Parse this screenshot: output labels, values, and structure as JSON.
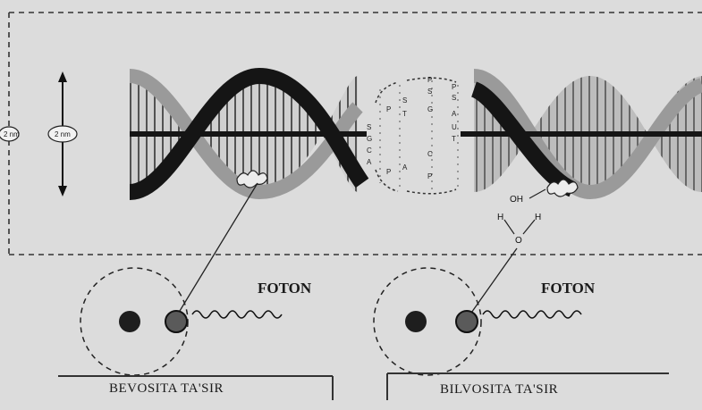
{
  "labels": {
    "foton_left": "FOTON",
    "foton_right": "FOTON",
    "direct_effect": "BEVOSITA TA'SIR",
    "indirect_effect": "BILVOSITA TA'SIR",
    "width_marker": "2 nm",
    "hydroxyl": "OH",
    "hydrogen": "H",
    "oxygen": "O"
  },
  "colors": {
    "background": "#dcdcdc",
    "ink": "#141414",
    "strand": "#1a1a1a"
  }
}
